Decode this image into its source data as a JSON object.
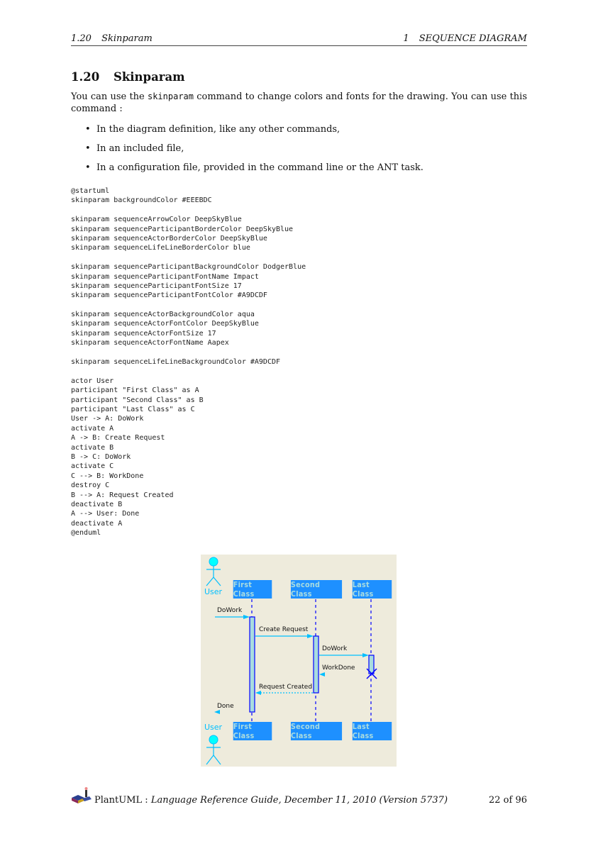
{
  "header": {
    "section_number": "1.20",
    "section_title": "Skinparam",
    "chapter_number": "1",
    "chapter_title": "SEQUENCE DIAGRAM"
  },
  "section": {
    "number": "1.20",
    "title": "Skinparam"
  },
  "intro": {
    "before_code": "You can use the ",
    "code_word": "skinparam",
    "after_code": " command to change colors and fonts for the drawing.  You can use this command :"
  },
  "bullets": [
    "In the diagram definition, like any other commands,",
    "In an included file,",
    "In a configuration file, provided in the command line or the ANT task."
  ],
  "code_lines": [
    "@startuml",
    "skinparam backgroundColor #EEEBDC",
    "",
    "skinparam sequenceArrowColor DeepSkyBlue",
    "skinparam sequenceParticipantBorderColor DeepSkyBlue",
    "skinparam sequenceActorBorderColor DeepSkyBlue",
    "skinparam sequenceLifeLineBorderColor blue",
    "",
    "skinparam sequenceParticipantBackgroundColor DodgerBlue",
    "skinparam sequenceParticipantFontName Impact",
    "skinparam sequenceParticipantFontSize 17",
    "skinparam sequenceParticipantFontColor #A9DCDF",
    "",
    "skinparam sequenceActorBackgroundColor aqua",
    "skinparam sequenceActorFontColor DeepSkyBlue",
    "skinparam sequenceActorFontSize 17",
    "skinparam sequenceActorFontName Aapex",
    "",
    "skinparam sequenceLifeLineBackgroundColor #A9DCDF",
    "",
    "actor User",
    "participant \"First Class\" as A",
    "participant \"Second Class\" as B",
    "participant \"Last Class\" as C",
    "User -> A: DoWork",
    "activate A",
    "A -> B: Create Request",
    "activate B",
    "B -> C: DoWork",
    "activate C",
    "C --> B: WorkDone",
    "destroy C",
    "B --> A: Request Created",
    "deactivate B",
    "A --> User: Done",
    "deactivate A",
    "@enduml"
  ],
  "diagram": {
    "background_color": "#EEEBDC",
    "actor": {
      "label": "User",
      "color": "#00FFFF",
      "border": "#00BFFF"
    },
    "participants": [
      {
        "label": "First Class"
      },
      {
        "label": "Second Class"
      },
      {
        "label": "Last Class"
      }
    ],
    "messages": [
      {
        "from": "User",
        "to": "First Class",
        "label": "DoWork",
        "style": "solid"
      },
      {
        "from": "First Class",
        "to": "Second Class",
        "label": "Create Request",
        "style": "solid"
      },
      {
        "from": "Second Class",
        "to": "Last Class",
        "label": "DoWork",
        "style": "solid"
      },
      {
        "from": "Last Class",
        "to": "Second Class",
        "label": "WorkDone",
        "style": "dashed"
      },
      {
        "from": "Second Class",
        "to": "First Class",
        "label": "Request Created",
        "style": "dashed"
      },
      {
        "from": "First Class",
        "to": "User",
        "label": "Done",
        "style": "dashed"
      }
    ],
    "colors": {
      "arrow": "#00BFFF",
      "participant_bg": "#1E90FF",
      "participant_font": "#A9DCDF",
      "lifeline_border": "#0000FF",
      "lifeline_bg": "#A9DCDF"
    }
  },
  "footer": {
    "brand": "PlantUML",
    "separator": " : ",
    "subtitle": "Language Reference Guide, December 11, 2010 (Version 5737)",
    "page": "22 of 96"
  }
}
